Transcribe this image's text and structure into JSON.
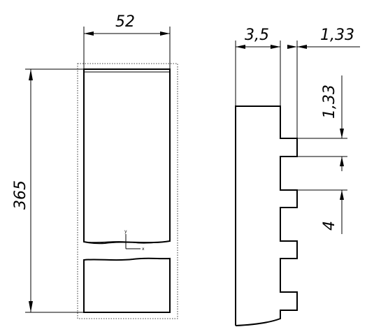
{
  "dimensions": {
    "width": "52",
    "height": "365",
    "step_width": "3,5",
    "tooth_depth": "1,33",
    "tooth_height": "1,33",
    "pitch": "4"
  },
  "axes": {
    "y_label": "y",
    "x_label": "x"
  }
}
